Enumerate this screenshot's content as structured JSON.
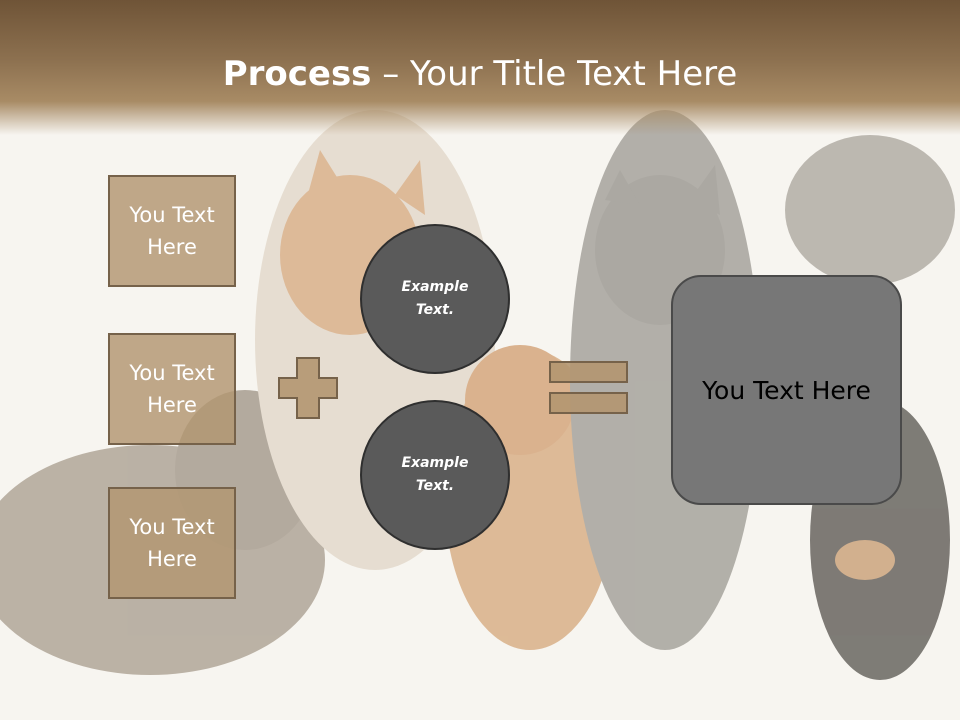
{
  "header": {
    "title_bold": "Process",
    "title_rest": " – Your Title Text Here"
  },
  "left_boxes": [
    {
      "label": "You Text\nHere"
    },
    {
      "label": "You Text\nHere"
    },
    {
      "label": "You Text\nHere"
    }
  ],
  "circles": [
    {
      "label": "Example\nText."
    },
    {
      "label": "Example\nText."
    }
  ],
  "result": {
    "label": "You Text Here"
  },
  "operators": {
    "plus_icon": "plus-icon",
    "equals_icon": "equals-icon"
  },
  "colors": {
    "header": "#8d7150",
    "box_fill": "#b29670",
    "circle_fill": "#5a5a5a",
    "result_fill": "#777777"
  }
}
